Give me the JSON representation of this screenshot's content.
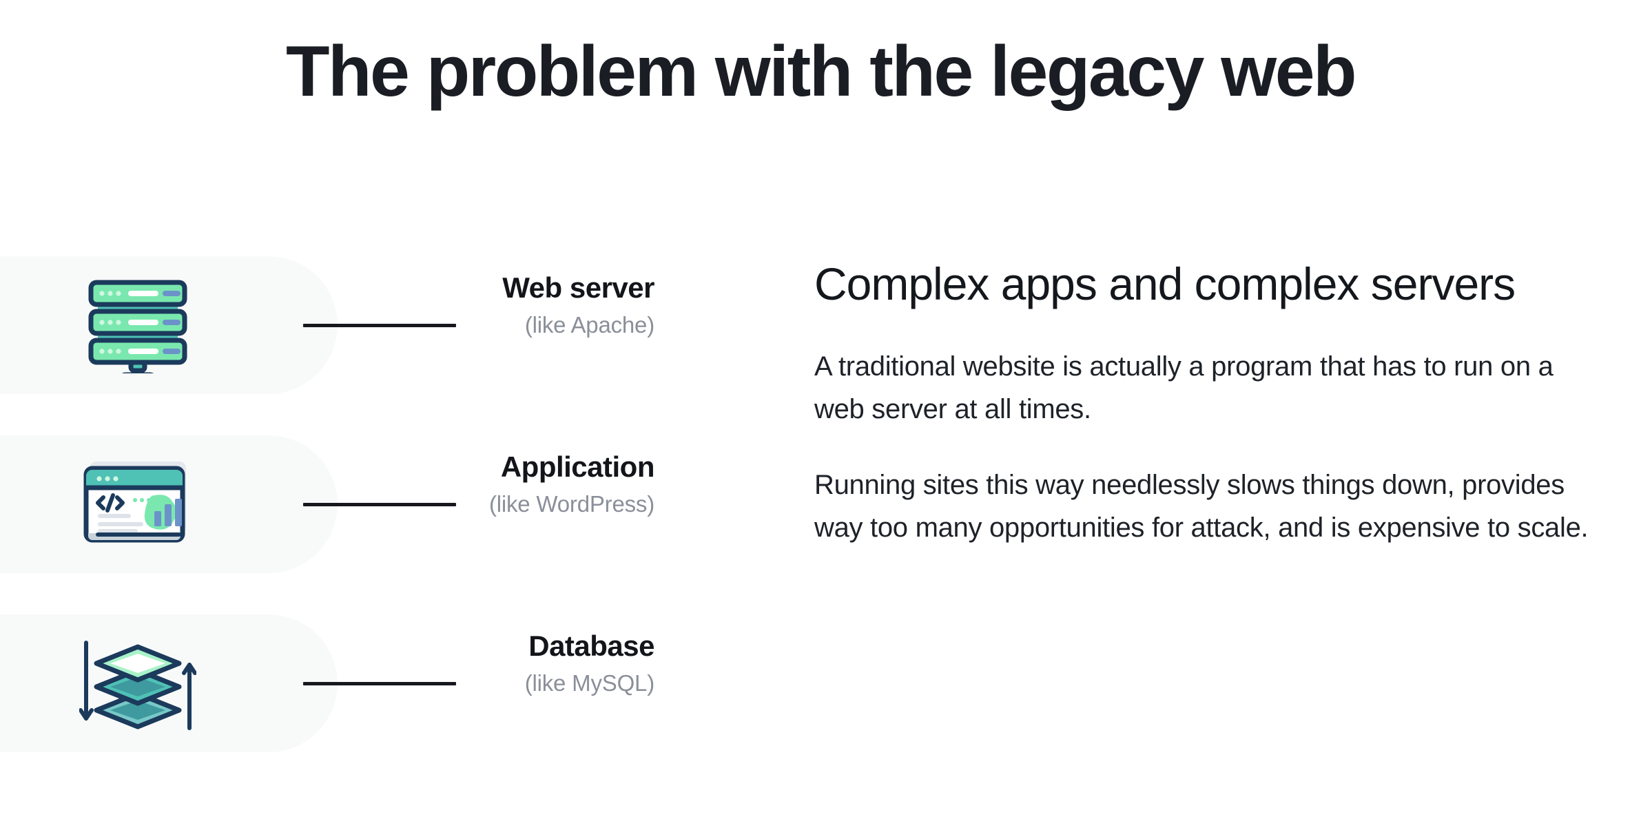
{
  "slide": {
    "title": "The problem with the legacy web",
    "background_color": "#FFFFFF",
    "title_color": "#1A1D23"
  },
  "colors": {
    "panel_background": "#F8FAF9",
    "icon_outline_navy": "#1B3A5C",
    "icon_mint": "#7AE8AE",
    "icon_teal": "#4FC1B5",
    "icon_steel_blue": "#6B93C9",
    "connector_line": "#16181D",
    "label_primary": "#13151A",
    "label_secondary": "#8A8F99",
    "body_text": "#1E2228"
  },
  "diagram": {
    "rows": [
      {
        "icon": "server-stack-icon",
        "title": "Web server",
        "subtitle": "(like Apache)"
      },
      {
        "icon": "browser-window-code-icon",
        "title": "Application",
        "subtitle": "(like WordPress)"
      },
      {
        "icon": "layered-database-icon",
        "title": "Database",
        "subtitle": "(like MySQL)"
      }
    ]
  },
  "content": {
    "heading": "Complex apps and complex servers",
    "paragraphs": [
      "A traditional website is actually a program that has to run on a web server at all times.",
      "Running sites this way needlessly slows things down, provides way too many opportunities for attack, and is expensive to scale."
    ]
  }
}
